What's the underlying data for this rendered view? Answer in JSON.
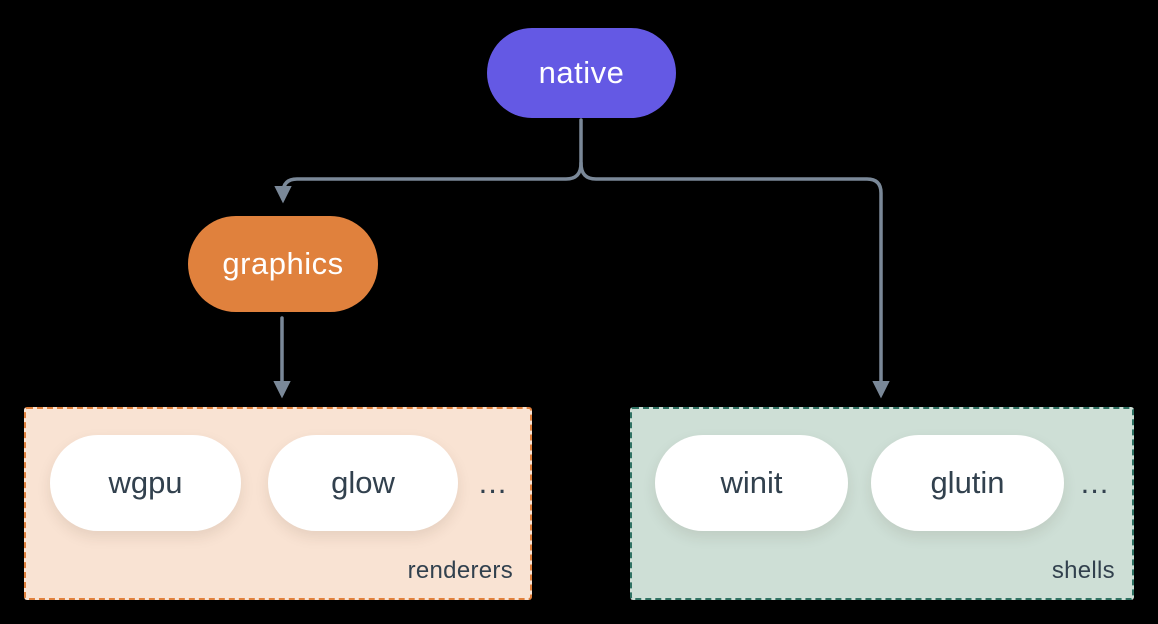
{
  "diagram": {
    "nodes": {
      "native": {
        "label": "native"
      },
      "graphics": {
        "label": "graphics"
      }
    },
    "renderers_group": {
      "label": "renderers",
      "items": [
        "wgpu",
        "glow"
      ],
      "ellipsis": "..."
    },
    "shells_group": {
      "label": "shells",
      "items": [
        "winit",
        "glutin"
      ],
      "ellipsis": "..."
    },
    "colors": {
      "bg": "#000000",
      "native_fill": "#6459e4",
      "graphics_fill": "#e0813d",
      "renderers_fill": "#f9e3d3",
      "renderers_border": "#e0813d",
      "shells_fill": "#cedfd6",
      "shells_border": "#2f7263",
      "connector": "#7a8898",
      "pill_text_dark": "#32414e",
      "pill_text_light": "#ffffff"
    }
  }
}
